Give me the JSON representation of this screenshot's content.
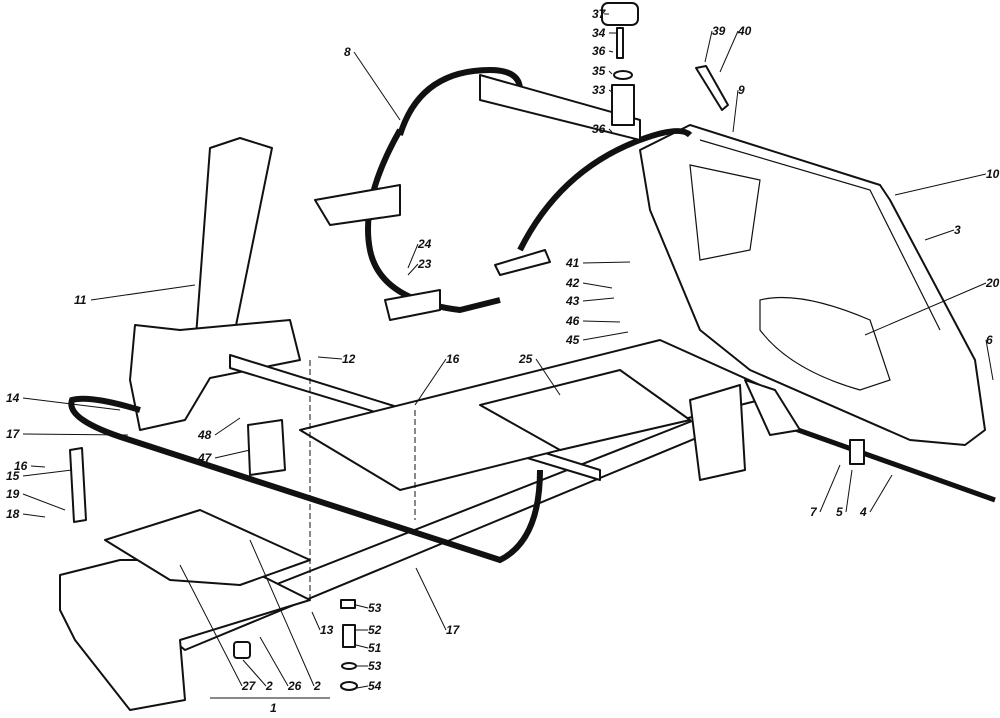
{
  "diagram": {
    "type": "exploded parts diagram",
    "callouts": [
      "37",
      "34",
      "36",
      "35",
      "33",
      "36",
      "39",
      "40",
      "9",
      "8",
      "10",
      "3",
      "24",
      "23",
      "41",
      "42",
      "43",
      "46",
      "45",
      "20",
      "6",
      "11",
      "12",
      "16",
      "25",
      "14",
      "17",
      "48",
      "47",
      "16",
      "15",
      "19",
      "18",
      "7",
      "5",
      "4",
      "13",
      "17",
      "53",
      "52",
      "51",
      "53",
      "54",
      "27",
      "2",
      "26",
      "2",
      "1"
    ]
  }
}
